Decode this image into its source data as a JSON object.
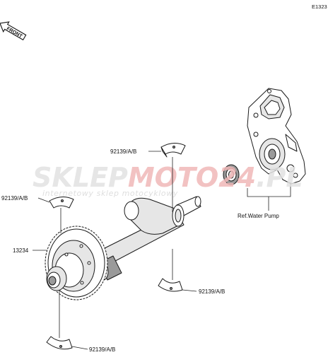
{
  "diagram_code": "E1323",
  "front_label": "FRONT",
  "watermark": {
    "brand_part1": "SKLEP",
    "brand_part2": "MOTO",
    "brand_part3": "24",
    "brand_part4": ".PL",
    "tagline": "internetowy sklep motocyklowy"
  },
  "parts": {
    "bearing_upper": "92139/A/B",
    "bearing_left": "92139/A/B",
    "gear": "13234",
    "bearing_lower_right": "92139/A/B",
    "bearing_bottom": "92139/A/B"
  },
  "reference_label": "Ref.Water Pump",
  "colors": {
    "line": "#1a1a1a",
    "watermark_gray": "#d9d9d9",
    "watermark_red": "#f0b8b8"
  }
}
